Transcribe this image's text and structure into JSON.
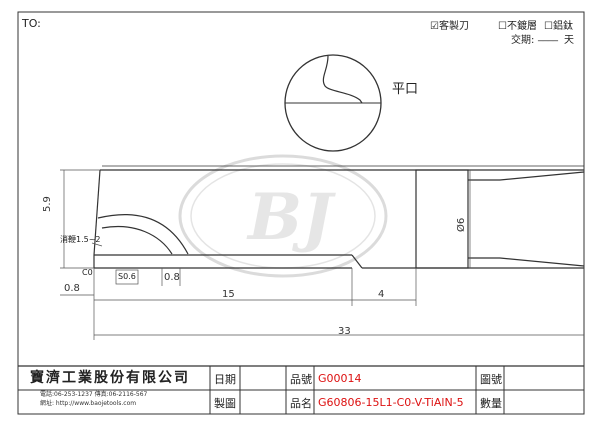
{
  "header": {
    "to_label": "TO:",
    "opt_custom": "☑客製刀",
    "opt_no_coating": "☐不鍍層",
    "opt_altin": "☐鋁鈦",
    "delivery_label": "交期:",
    "delivery_blank": "____",
    "delivery_unit": "天"
  },
  "drawing": {
    "flat_label": "平口",
    "logo_text": "BJ",
    "dims": {
      "height": "5.9",
      "note": "消鞭1.5~2",
      "chamfer": "C0",
      "s_width": "S0.6",
      "tip_gap": "0.8",
      "left_gap": "0.8",
      "length_15": "15",
      "length_4": "4",
      "total": "33",
      "shank_dia": "Ø6"
    }
  },
  "title_block": {
    "company": "寶濟工業股份有限公司",
    "phone": "電話:06-253-1237  傳真:06-2116-567",
    "web": "網址: http://www.baojetools.com",
    "date_label": "日期",
    "draw_label": "製圖",
    "part_no_label": "品號",
    "part_no": "G00014",
    "part_name_label": "品名",
    "part_name": "G60806-15L1-C0-V-TiAlN-5",
    "drawing_no_label": "圖號",
    "qty_label": "數量"
  },
  "colors": {
    "line": "#333333",
    "dim_line": "#555555",
    "red": "#dd1111",
    "watermark": "#d8d8d8"
  }
}
